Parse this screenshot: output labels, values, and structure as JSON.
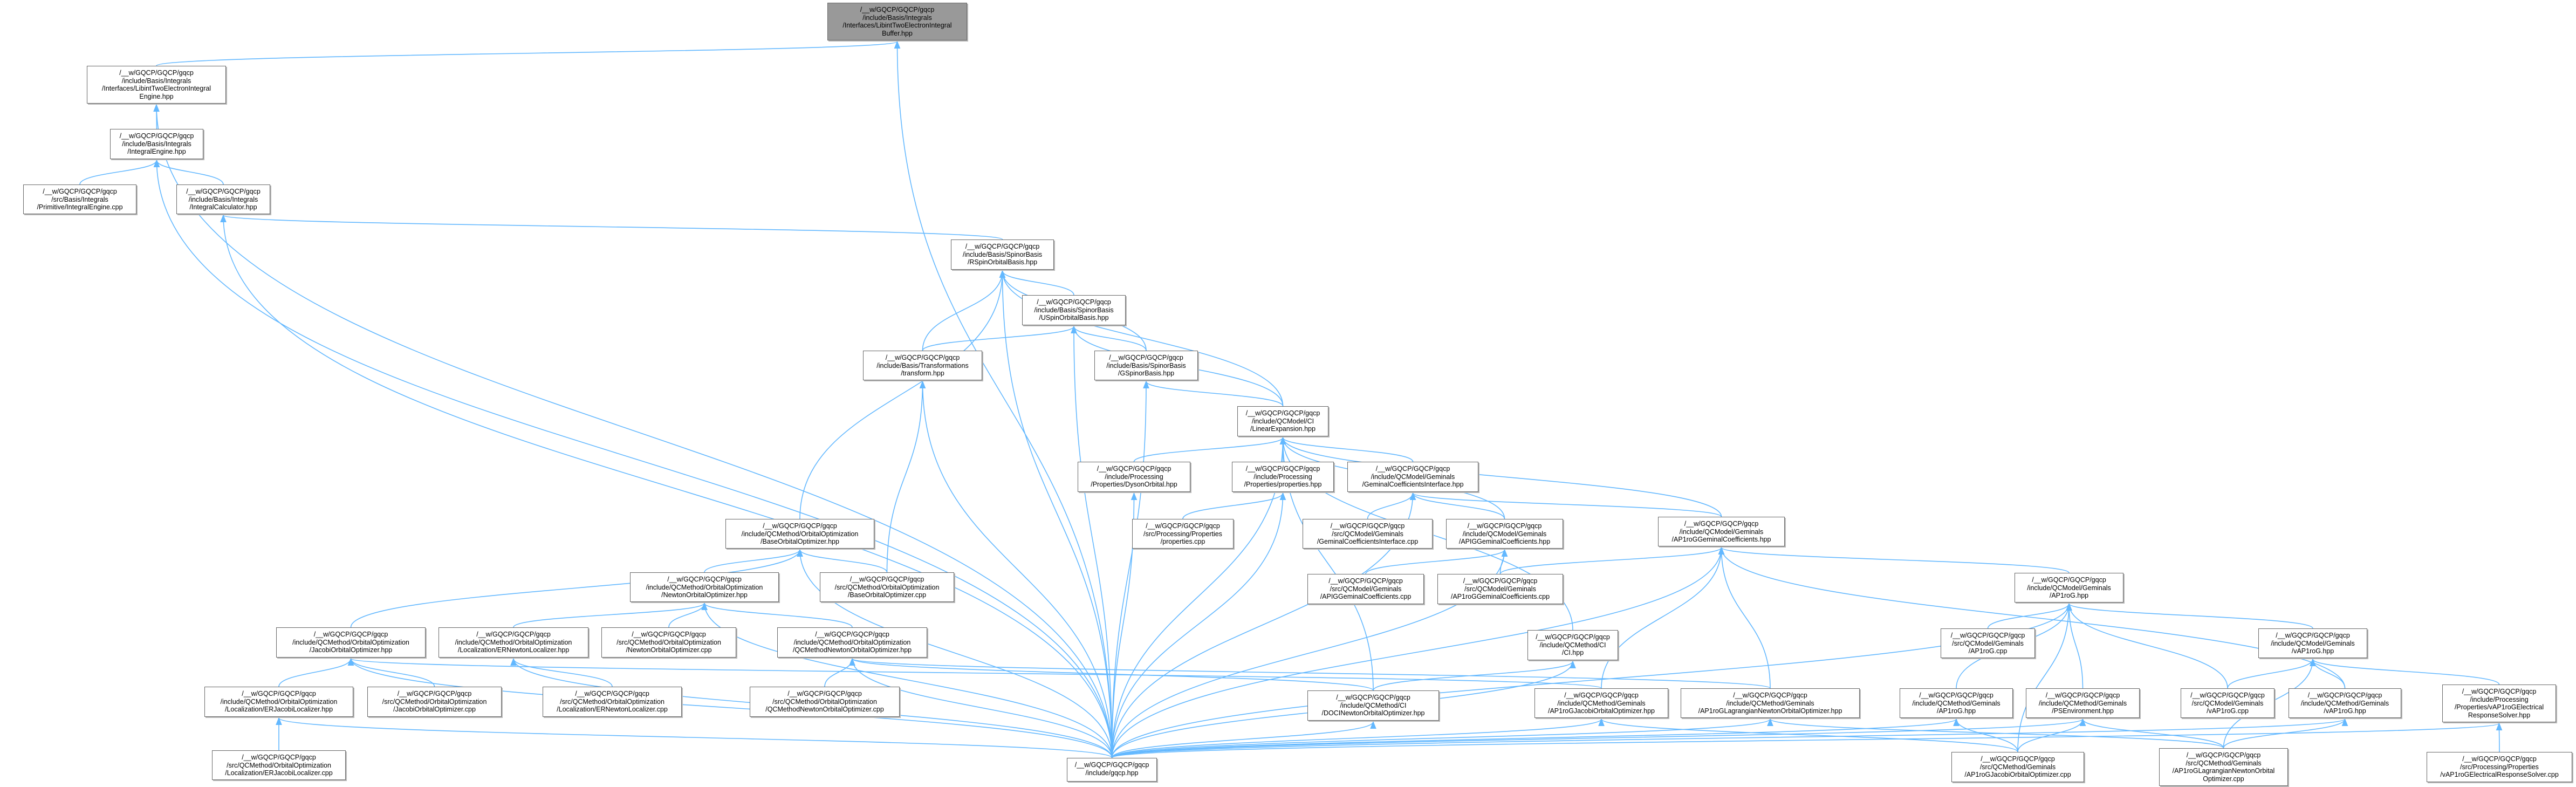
{
  "title": "Include dependency graph: LibintTwoElectronIntegralBuffer.hpp",
  "colors": {
    "edge": "#63b8ff",
    "node_border": "#666666",
    "root_fill": "#999999",
    "node_fill": "#ffffff"
  },
  "nodes": [
    {
      "id": "root",
      "label": "/__w/GQCP/GQCP/gqcp\n/include/Basis/Integrals\n/Interfaces/LibintTwoElectronIntegral\nBuffer.hpp"
    },
    {
      "id": "engine",
      "label": "/__w/GQCP/GQCP/gqcp\n/include/Basis/Integrals\n/Interfaces/LibintTwoElectronIntegral\nEngine.hpp"
    },
    {
      "id": "ieng",
      "label": "/__w/GQCP/GQCP/gqcp\n/include/Basis/Integrals\n/IntegralEngine.hpp"
    },
    {
      "id": "iengcpp",
      "label": "/__w/GQCP/GQCP/gqcp\n/src/Basis/Integrals\n/Primitive/IntegralEngine.cpp"
    },
    {
      "id": "ical",
      "label": "/__w/GQCP/GQCP/gqcp\n/include/Basis/Integrals\n/IntegralCalculator.hpp"
    },
    {
      "id": "rsob",
      "label": "/__w/GQCP/GQCP/gqcp\n/include/Basis/SpinorBasis\n/RSpinOrbitalBasis.hpp"
    },
    {
      "id": "usob",
      "label": "/__w/GQCP/GQCP/gqcp\n/include/Basis/SpinorBasis\n/USpinOrbitalBasis.hpp"
    },
    {
      "id": "transform",
      "label": "/__w/GQCP/GQCP/gqcp\n/include/Basis/Transformations\n/transform.hpp"
    },
    {
      "id": "gsb",
      "label": "/__w/GQCP/GQCP/gqcp\n/include/Basis/SpinorBasis\n/GSpinorBasis.hpp"
    },
    {
      "id": "linexp",
      "label": "/__w/GQCP/GQCP/gqcp\n/include/QCModel/CI\n/LinearExpansion.hpp"
    },
    {
      "id": "dyson",
      "label": "/__w/GQCP/GQCP/gqcp\n/include/Processing\n/Properties/DysonOrbital.hpp"
    },
    {
      "id": "props",
      "label": "/__w/GQCP/GQCP/gqcp\n/include/Processing\n/Properties/properties.hpp"
    },
    {
      "id": "gci",
      "label": "/__w/GQCP/GQCP/gqcp\n/include/QCModel/Geminals\n/GeminalCoefficientsInterface.hpp"
    },
    {
      "id": "boo",
      "label": "/__w/GQCP/GQCP/gqcp\n/include/QCMethod/OrbitalOptimization\n/BaseOrbitalOptimizer.hpp"
    },
    {
      "id": "propscpp",
      "label": "/__w/GQCP/GQCP/gqcp\n/src/Processing/Properties\n/properties.cpp"
    },
    {
      "id": "gcicpp",
      "label": "/__w/GQCP/GQCP/gqcp\n/src/QCModel/Geminals\n/GeminalCoefficientsInterface.cpp"
    },
    {
      "id": "apig",
      "label": "/__w/GQCP/GQCP/gqcp\n/include/QCModel/Geminals\n/APIGGeminalCoefficients.hpp"
    },
    {
      "id": "ap1gc",
      "label": "/__w/GQCP/GQCP/gqcp\n/include/QCModel/Geminals\n/AP1roGGeminalCoefficients.hpp"
    },
    {
      "id": "noo",
      "label": "/__w/GQCP/GQCP/gqcp\n/include/QCMethod/OrbitalOptimization\n/NewtonOrbitalOptimizer.hpp"
    },
    {
      "id": "boocpp",
      "label": "/__w/GQCP/GQCP/gqcp\n/src/QCMethod/OrbitalOptimization\n/BaseOrbitalOptimizer.cpp"
    },
    {
      "id": "apigcpp",
      "label": "/__w/GQCP/GQCP/gqcp\n/src/QCModel/Geminals\n/APIGGeminalCoefficients.cpp"
    },
    {
      "id": "ap1gccpp",
      "label": "/__w/GQCP/GQCP/gqcp\n/src/QCModel/Geminals\n/AP1roGGeminalCoefficients.cpp"
    },
    {
      "id": "ap1rog",
      "label": "/__w/GQCP/GQCP/gqcp\n/include/QCModel/Geminals\n/AP1roG.hpp"
    },
    {
      "id": "joo",
      "label": "/__w/GQCP/GQCP/gqcp\n/include/QCMethod/OrbitalOptimization\n/JacobiOrbitalOptimizer.hpp"
    },
    {
      "id": "ernl",
      "label": "/__w/GQCP/GQCP/gqcp\n/include/QCMethod/OrbitalOptimization\n/Localization/ERNewtonLocalizer.hpp"
    },
    {
      "id": "noocpp",
      "label": "/__w/GQCP/GQCP/gqcp\n/src/QCMethod/OrbitalOptimization\n/NewtonOrbitalOptimizer.cpp"
    },
    {
      "id": "qmnoo",
      "label": "/__w/GQCP/GQCP/gqcp\n/include/QCMethod/OrbitalOptimization\n/QCMethodNewtonOrbitalOptimizer.hpp"
    },
    {
      "id": "ci",
      "label": "/__w/GQCP/GQCP/gqcp\n/include/QCMethod/CI\n/CI.hpp"
    },
    {
      "id": "ap1rogcpp",
      "label": "/__w/GQCP/GQCP/gqcp\n/src/QCModel/Geminals\n/AP1roG.cpp"
    },
    {
      "id": "vap1rog",
      "label": "/__w/GQCP/GQCP/gqcp\n/include/QCModel/Geminals\n/vAP1roG.hpp"
    },
    {
      "id": "erjl",
      "label": "/__w/GQCP/GQCP/gqcp\n/include/QCMethod/OrbitalOptimization\n/Localization/ERJacobiLocalizer.hpp"
    },
    {
      "id": "joocpp",
      "label": "/__w/GQCP/GQCP/gqcp\n/src/QCMethod/OrbitalOptimization\n/JacobiOrbitalOptimizer.cpp"
    },
    {
      "id": "ernlcpp",
      "label": "/__w/GQCP/GQCP/gqcp\n/src/QCMethod/OrbitalOptimization\n/Localization/ERNewtonLocalizer.cpp"
    },
    {
      "id": "qmnoocpp",
      "label": "/__w/GQCP/GQCP/gqcp\n/src/QCMethod/OrbitalOptimization\n/QCMethodNewtonOrbitalOptimizer.cpp"
    },
    {
      "id": "doci",
      "label": "/__w/GQCP/GQCP/gqcp\n/include/QCMethod/CI\n/DOCINewtonOrbitalOptimizer.hpp"
    },
    {
      "id": "ap1jhpp",
      "label": "/__w/GQCP/GQCP/gqcp\n/include/QCMethod/Geminals\n/AP1roGJacobiOrbitalOptimizer.hpp"
    },
    {
      "id": "ap1lhpp",
      "label": "/__w/GQCP/GQCP/gqcp\n/include/QCMethod/Geminals\n/AP1roGLagrangianNewtonOrbitalOptimizer.hpp"
    },
    {
      "id": "map1rog",
      "label": "/__w/GQCP/GQCP/gqcp\n/include/QCMethod/Geminals\n/AP1roG.hpp"
    },
    {
      "id": "pse",
      "label": "/__w/GQCP/GQCP/gqcp\n/include/QCMethod/Geminals\n/PSEnvironment.hpp"
    },
    {
      "id": "vap1rogcpp",
      "label": "/__w/GQCP/GQCP/gqcp\n/src/QCModel/Geminals\n/vAP1roG.cpp"
    },
    {
      "id": "mvap1rog",
      "label": "/__w/GQCP/GQCP/gqcp\n/include/QCMethod/Geminals\n/vAP1roG.hpp"
    },
    {
      "id": "ers",
      "label": "/__w/GQCP/GQCP/gqcp\n/include/Processing\n/Properties/vAP1roGElectrical\nResponseSolver.hpp"
    },
    {
      "id": "erjlcpp",
      "label": "/__w/GQCP/GQCP/gqcp\n/src/QCMethod/OrbitalOptimization\n/Localization/ERJacobiLocalizer.cpp"
    },
    {
      "id": "gqcp",
      "label": "/__w/GQCP/GQCP/gqcp\n/include/gqcp.hpp"
    },
    {
      "id": "ap1jcpp",
      "label": "/__w/GQCP/GQCP/gqcp\n/src/QCMethod/Geminals\n/AP1roGJacobiOrbitalOptimizer.cpp"
    },
    {
      "id": "ap1lcpp",
      "label": "/__w/GQCP/GQCP/gqcp\n/src/QCMethod/Geminals\n/AP1roGLagrangianNewtonOrbital\nOptimizer.cpp"
    },
    {
      "id": "erscpp",
      "label": "/__w/GQCP/GQCP/gqcp\n/src/Processing/Properties\n/vAP1roGElectricalResponseSolver.cpp"
    }
  ],
  "edges": [
    [
      "engine",
      "root"
    ],
    [
      "gqcp",
      "root"
    ],
    [
      "ieng",
      "engine"
    ],
    [
      "gqcp",
      "engine"
    ],
    [
      "iengcpp",
      "ieng"
    ],
    [
      "ical",
      "ieng"
    ],
    [
      "gqcp",
      "ieng"
    ],
    [
      "rsob",
      "ical"
    ],
    [
      "gqcp",
      "ical"
    ],
    [
      "usob",
      "rsob"
    ],
    [
      "transform",
      "rsob"
    ],
    [
      "gqcp",
      "rsob"
    ],
    [
      "gsb",
      "rsob"
    ],
    [
      "linexp",
      "rsob"
    ],
    [
      "boo",
      "rsob"
    ],
    [
      "transform",
      "usob"
    ],
    [
      "gqcp",
      "usob"
    ],
    [
      "gsb",
      "usob"
    ],
    [
      "linexp",
      "usob"
    ],
    [
      "gqcp",
      "transform"
    ],
    [
      "boocpp",
      "transform"
    ],
    [
      "linexp",
      "gsb"
    ],
    [
      "gqcp",
      "gsb"
    ],
    [
      "dyson",
      "linexp"
    ],
    [
      "props",
      "linexp"
    ],
    [
      "gci",
      "linexp"
    ],
    [
      "apig",
      "linexp"
    ],
    [
      "ap1gc",
      "linexp"
    ],
    [
      "ci",
      "linexp"
    ],
    [
      "gqcp",
      "linexp"
    ],
    [
      "doci",
      "linexp"
    ],
    [
      "gqcp",
      "dyson"
    ],
    [
      "propscpp",
      "props"
    ],
    [
      "gqcp",
      "props"
    ],
    [
      "gcicpp",
      "gci"
    ],
    [
      "apig",
      "gci"
    ],
    [
      "ap1gc",
      "gci"
    ],
    [
      "gqcp",
      "gci"
    ],
    [
      "apigcpp",
      "apig"
    ],
    [
      "ap1gccpp",
      "apig"
    ],
    [
      "gqcp",
      "apig"
    ],
    [
      "ap1gccpp",
      "ap1gc"
    ],
    [
      "ap1rog",
      "ap1gc"
    ],
    [
      "mvap1rog",
      "ap1gc"
    ],
    [
      "ap1jhpp",
      "ap1gc"
    ],
    [
      "ap1lhpp",
      "ap1gc"
    ],
    [
      "gqcp",
      "ap1gc"
    ],
    [
      "ap1rogcpp",
      "ap1rog"
    ],
    [
      "map1rog",
      "ap1rog"
    ],
    [
      "pse",
      "ap1rog"
    ],
    [
      "vap1rogcpp",
      "ap1rog"
    ],
    [
      "vap1rog",
      "ap1rog"
    ],
    [
      "ap1jcpp",
      "ap1rog"
    ],
    [
      "gqcp",
      "ap1rog"
    ],
    [
      "vap1rogcpp",
      "vap1rog"
    ],
    [
      "mvap1rog",
      "vap1rog"
    ],
    [
      "ers",
      "vap1rog"
    ],
    [
      "ap1lcpp",
      "vap1rog"
    ],
    [
      "erscpp",
      "ers"
    ],
    [
      "gqcp",
      "ers"
    ],
    [
      "gqcp",
      "map1rog"
    ],
    [
      "gqcp",
      "pse"
    ],
    [
      "gqcp",
      "mvap1rog"
    ],
    [
      "ap1jcpp",
      "map1rog"
    ],
    [
      "ap1jcpp",
      "pse"
    ],
    [
      "ap1lcpp",
      "pse"
    ],
    [
      "ap1lcpp",
      "mvap1rog"
    ],
    [
      "ap1jcpp",
      "ap1jhpp"
    ],
    [
      "ap1lcpp",
      "ap1lhpp"
    ],
    [
      "gqcp",
      "ap1jhpp"
    ],
    [
      "gqcp",
      "ap1lhpp"
    ],
    [
      "ap1jhpp",
      "joo"
    ],
    [
      "ap1lhpp",
      "qmnoo"
    ],
    [
      "doci",
      "qmnoo"
    ],
    [
      "doci",
      "ci"
    ],
    [
      "gqcp",
      "ci"
    ],
    [
      "gqcp",
      "doci"
    ],
    [
      "noo",
      "boo"
    ],
    [
      "boocpp",
      "boo"
    ],
    [
      "joo",
      "boo"
    ],
    [
      "gqcp",
      "boo"
    ],
    [
      "ernl",
      "noo"
    ],
    [
      "noocpp",
      "noo"
    ],
    [
      "qmnoo",
      "noo"
    ],
    [
      "gqcp",
      "noo"
    ],
    [
      "erjl",
      "joo"
    ],
    [
      "joocpp",
      "joo"
    ],
    [
      "gqcp",
      "joo"
    ],
    [
      "ernlcpp",
      "ernl"
    ],
    [
      "gqcp",
      "ernl"
    ],
    [
      "qmnoocpp",
      "qmnoo"
    ],
    [
      "gqcp",
      "qmnoo"
    ],
    [
      "erjlcpp",
      "erjl"
    ],
    [
      "gqcp",
      "erjl"
    ]
  ]
}
